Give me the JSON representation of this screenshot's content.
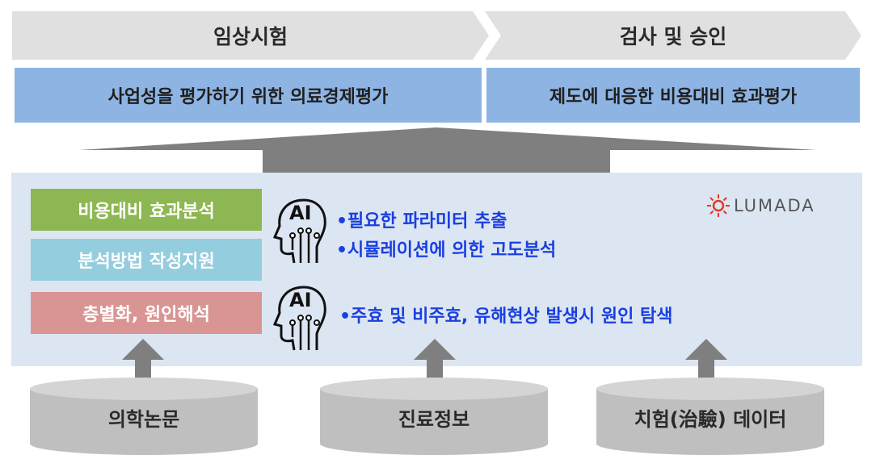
{
  "top_phases": {
    "clinical_trial": "임상시험",
    "inspection_approval": "검사 및 승인"
  },
  "goals": {
    "left": "사업성을 평가하기 위한 의료경제평가",
    "right": "제도에 대응한 비용대비 효과평가"
  },
  "tasks": [
    {
      "label": "비용대비 효과분석",
      "color": "#8db753"
    },
    {
      "label": "분석방법 작성지원",
      "color": "#94cddd"
    },
    {
      "label": "층별화, 원인해석",
      "color": "#d99594"
    }
  ],
  "ai_badge": "AI",
  "ai_bullets_1": [
    "•필요한 파라미터 추출",
    "•시뮬레이션에 의한 고도분석"
  ],
  "ai_bullets_2": [
    "•주효 및 비주효, 유해현상 발생시 원인 탐색"
  ],
  "brand": "LUMADA",
  "sources": [
    "의학논문",
    "진료정보",
    "치험(治驗) 데이터"
  ],
  "colors": {
    "phase_bg": "#e0e0e0",
    "goal_bg": "#8eb4e3",
    "panel_bg": "#dce6f2",
    "bullet_text": "#1a3fe0",
    "arrow": "#7f7f7f",
    "brand_accent": "#e03a2a"
  }
}
